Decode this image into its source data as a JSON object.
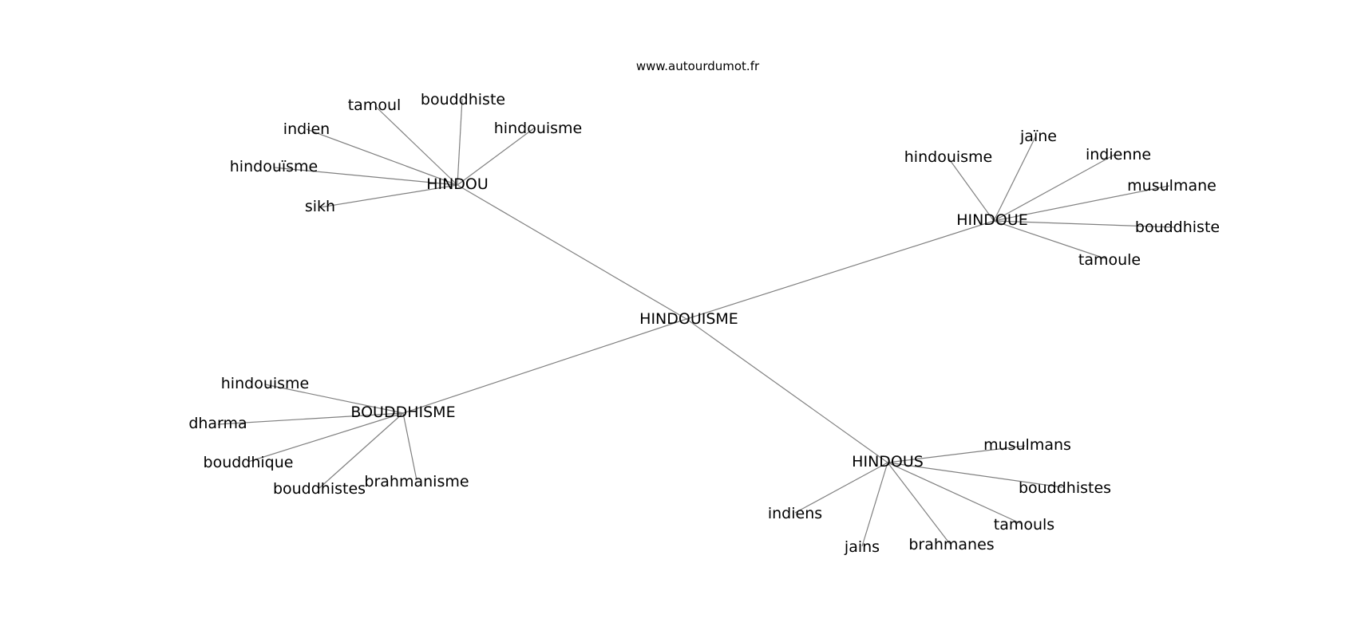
{
  "source": "www.autourdumot.fr",
  "center": {
    "id": "center",
    "label": "HINDOUISME"
  },
  "hubs": [
    {
      "id": "hindou",
      "label": "HINDOU",
      "leaves": [
        "tamoul",
        "bouddhiste",
        "indien",
        "hindouisme",
        "hindouïsme",
        "sikh"
      ]
    },
    {
      "id": "hindoue",
      "label": "HINDOUE",
      "leaves": [
        "jaïne",
        "hindouisme",
        "indienne",
        "musulmane",
        "bouddhiste",
        "tamoule"
      ]
    },
    {
      "id": "bouddhisme",
      "label": "BOUDDHISME",
      "leaves": [
        "hindouisme",
        "dharma",
        "bouddhique",
        "bouddhistes",
        "brahmanisme"
      ]
    },
    {
      "id": "hindous",
      "label": "HINDOUS",
      "leaves": [
        "musulmans",
        "bouddhistes",
        "tamouls",
        "indiens",
        "jains",
        "brahmanes"
      ]
    }
  ]
}
